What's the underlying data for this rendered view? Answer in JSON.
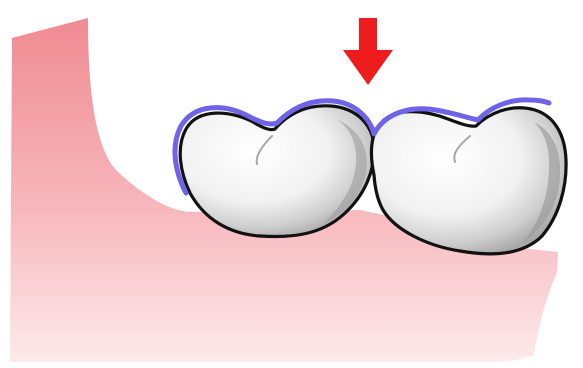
{
  "diagram": {
    "elements": [
      "gum",
      "left-tooth",
      "right-tooth",
      "enamel-highlight-outline",
      "pressure-arrow"
    ],
    "colors": {
      "background": "#ffffff",
      "gum_dark": "#f08a92",
      "gum_light": "#fde9eb",
      "tooth_outline": "#111111",
      "tooth_fill_light": "#ffffff",
      "tooth_fill_shadow": "#a9a9a9",
      "enamel_outline": "#6f63e8",
      "arrow": "#ee1c1c"
    },
    "arrow_direction": "down"
  }
}
